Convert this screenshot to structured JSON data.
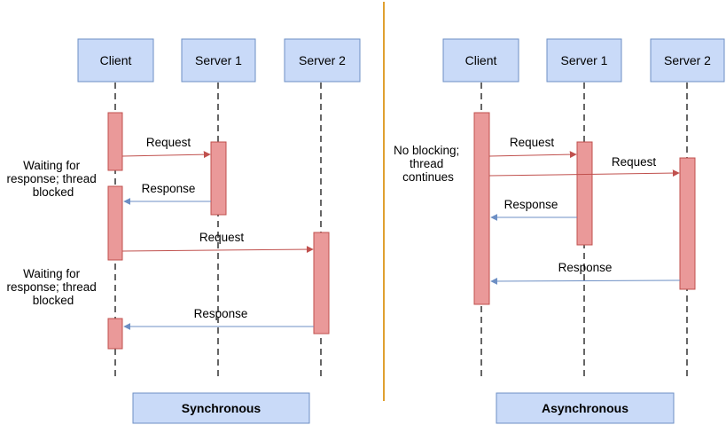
{
  "sync": {
    "participants": {
      "client": "Client",
      "server1": "Server 1",
      "server2": "Server 2"
    },
    "messages": {
      "request1": "Request",
      "response1": "Response",
      "request2": "Request",
      "response2": "Response"
    },
    "notes": {
      "wait1": [
        "Waiting for",
        "response; thread",
        "blocked"
      ],
      "wait2": [
        "Waiting for",
        "response; thread",
        "blocked"
      ]
    },
    "label": "Synchronous"
  },
  "async": {
    "participants": {
      "client": "Client",
      "server1": "Server 1",
      "server2": "Server 2"
    },
    "messages": {
      "request1": "Request",
      "request2": "Request",
      "response1": "Response",
      "response2": "Response"
    },
    "notes": {
      "noblock": [
        "No blocking;",
        "thread",
        "continues"
      ]
    },
    "label": "Asynchronous"
  },
  "colors": {
    "box_fill": "#c9daf8",
    "activation_fill": "#ea9999",
    "request_arrow": "#c0504d",
    "response_arrow": "#6d8fc4",
    "divider": "#e0a030"
  }
}
